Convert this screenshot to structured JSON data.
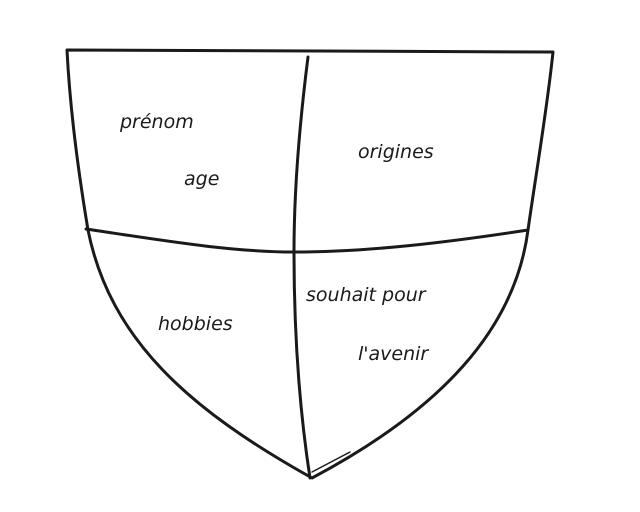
{
  "shield": {
    "stroke_color": "#1a1a1a",
    "background": "#ffffff",
    "quadrants": {
      "top_left": {
        "line1": "prénom",
        "line2": "age"
      },
      "top_right": {
        "line1": "origines"
      },
      "bottom_left": {
        "line1": "hobbies"
      },
      "bottom_right": {
        "line1": "souhait pour",
        "line2": "l'avenir"
      }
    }
  }
}
